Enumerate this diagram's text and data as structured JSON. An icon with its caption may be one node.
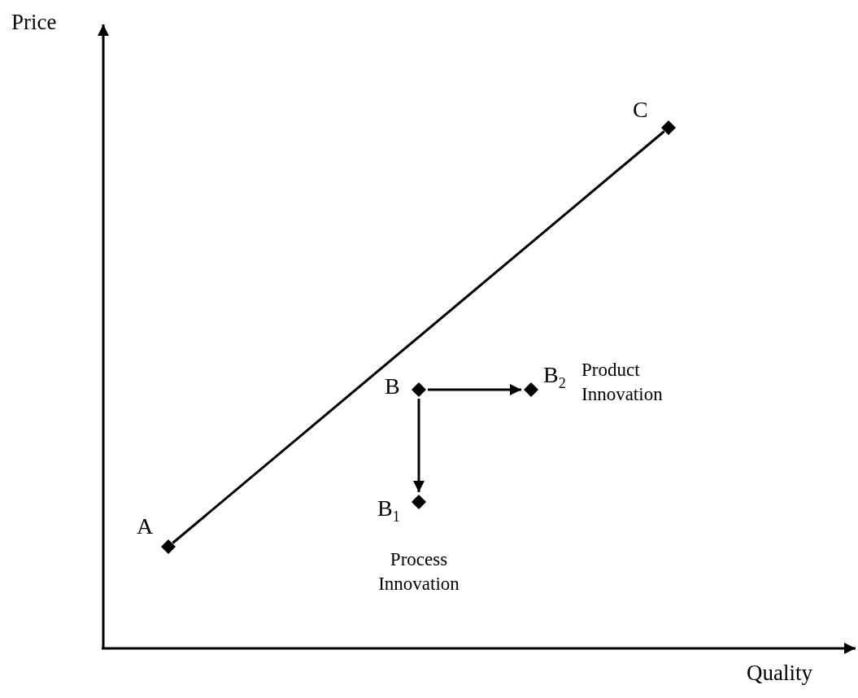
{
  "diagram": {
    "nodes": [
      {
        "text": [
          "C"
        ]
      },
      {
        "text": [
          "B"
        ]
      },
      {
        "text": [
          "B$_{2}$"
        ],
        "beside": [
          "Product Innovation"
        ]
      },
      {
        "text": [
          "B$_{1}$"
        ],
        "beside": [
          "Process Innovation"
        ]
      },
      {
        "text": [
          "A"
        ]
      }
    ],
    "edges": [
      {
        "from": 4,
        "to": 0,
        "arrow": "none"
      },
      {
        "from": 1,
        "to": 2,
        "arrow": "to"
      },
      {
        "from": 1,
        "to": 3,
        "arrow": "to"
      }
    ],
    "labels": [
      "Price",
      "Quality"
    ]
  }
}
